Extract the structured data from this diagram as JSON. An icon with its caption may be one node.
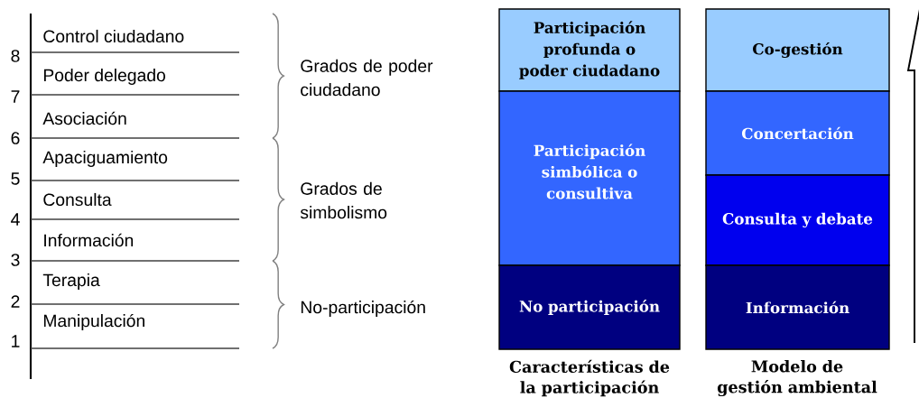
{
  "diagram": {
    "nodes": [
      {
        "text": [
          "Participación profunda o poder ciudadano"
        ]
      },
      {
        "text": [
          "Participación simbólica o consultiva"
        ]
      },
      {
        "text": [
          "No participación"
        ]
      },
      {
        "text": [
          "Co-gestión"
        ]
      },
      {
        "text": [
          "Concertación"
        ]
      },
      {
        "text": [
          "Consulta y debate"
        ]
      },
      {
        "text": [
          "Información"
        ]
      }
    ],
    "labels": [
      "Control ciudadano",
      "Poder delegado",
      "Asociación",
      "Apaciguamiento",
      "Consulta",
      "Información",
      "Terapia",
      "Manipulación",
      "8",
      "7",
      "6",
      "5",
      "4",
      "3",
      "2",
      "1",
      "Grados de poder ciudadano",
      "Grados de simbolismo",
      "No-participación",
      "Características de la participación",
      "Modelo de gestión ambiental"
    ]
  }
}
